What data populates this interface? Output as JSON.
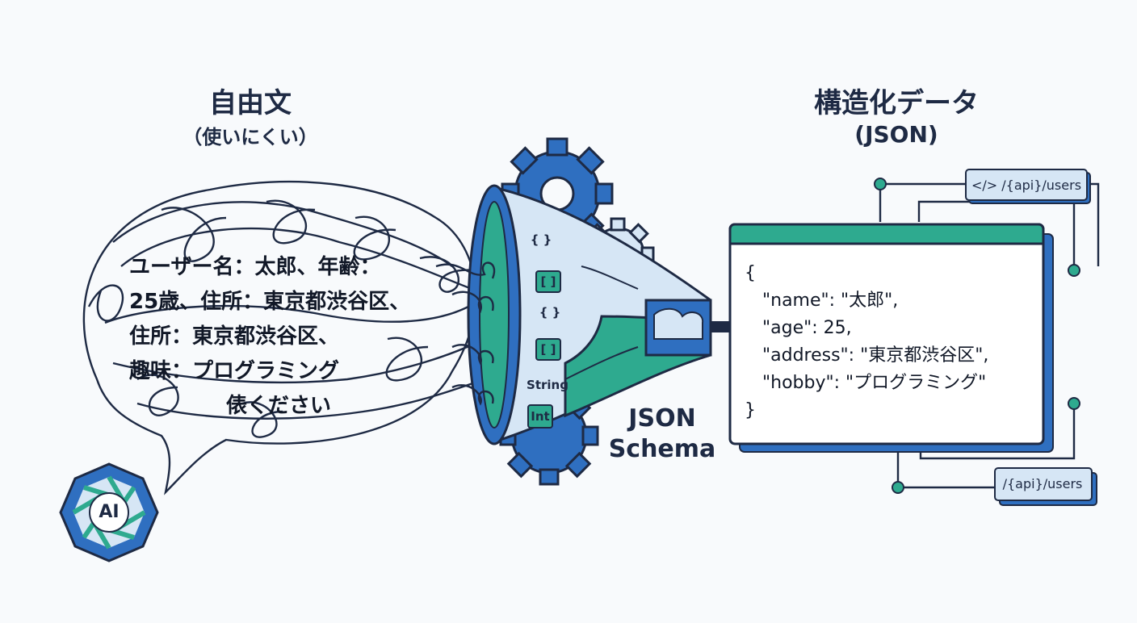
{
  "left": {
    "title": "自由文",
    "subtitle": "（使いにくい）",
    "text_lines": [
      "ユーザー名：太郎、年齢：",
      "25歳、住所：東京都渋谷区、",
      "住所：東京都渋谷区、",
      "趣味：プログラミング",
      "俵ください"
    ],
    "ai_badge": "AI"
  },
  "funnel": {
    "tags": [
      "{ }",
      "[ ]",
      "{ }",
      "[ ]",
      "String",
      "Int"
    ],
    "label_line1": "JSON",
    "label_line2": "Schema"
  },
  "right": {
    "title": "構造化データ",
    "subtitle": "(JSON)",
    "json_lines": [
      "{",
      "\"name\": \"太郎\",",
      "\"age\": 25,",
      "\"address\": \"東京都渋谷区\",",
      "\"hobby\": \"プログラミング\"",
      "}"
    ],
    "api_top": "</> /{api}/users",
    "api_bottom": "/{api}/users"
  },
  "colors": {
    "navy": "#1e2a44",
    "blue": "#2f6fc0",
    "teal": "#2eaa8f",
    "light_blue": "#d6e6f5"
  }
}
